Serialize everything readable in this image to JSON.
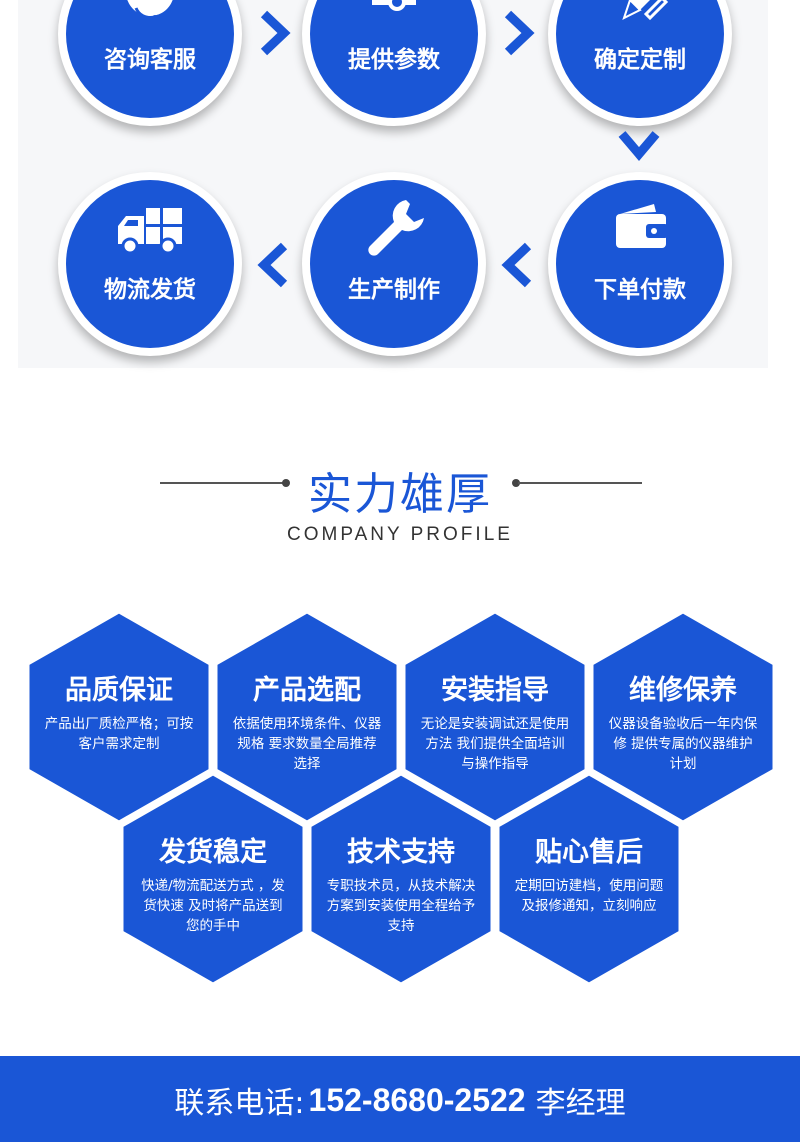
{
  "flow": {
    "steps": [
      {
        "label": "咨询客服",
        "icon": "headset-icon"
      },
      {
        "label": "提供参数",
        "icon": "sliders-icon"
      },
      {
        "label": "确定定制",
        "icon": "pencil-icon"
      },
      {
        "label": "下单付款",
        "icon": "wallet-icon"
      },
      {
        "label": "生产制作",
        "icon": "wrench-icon"
      },
      {
        "label": "物流发货",
        "icon": "truck-icon"
      }
    ]
  },
  "section": {
    "title": "实力雄厚",
    "subtitle": "COMPANY PROFILE"
  },
  "features": [
    {
      "title": "品质保证",
      "desc": "产品出厂质检严格；可按客户需求定制"
    },
    {
      "title": "产品选配",
      "desc": "依据使用环境条件、仪器规格 要求数量全局推荐选择"
    },
    {
      "title": "安装指导",
      "desc": "无论是安装调试还是使用方法 我们提供全面培训与操作指导"
    },
    {
      "title": "维修保养",
      "desc": "仪器设备验收后一年内保修 提供专属的仪器维护计划"
    },
    {
      "title": "发货稳定",
      "desc": "快递/物流配送方式 ，发货快速 及时将产品送到您的手中"
    },
    {
      "title": "技术支持",
      "desc": "专职技术员，从技术解决 方案到安装使用全程给予支持"
    },
    {
      "title": "贴心售后",
      "desc": "定期回访建档，使用问题及报修通知，立刻响应"
    }
  ],
  "footer": {
    "label": "联系电话:",
    "phone": "152-8680-2522",
    "contact": "李经理"
  },
  "colors": {
    "brand_blue": "#1a56d6",
    "text_dark": "#333333"
  }
}
